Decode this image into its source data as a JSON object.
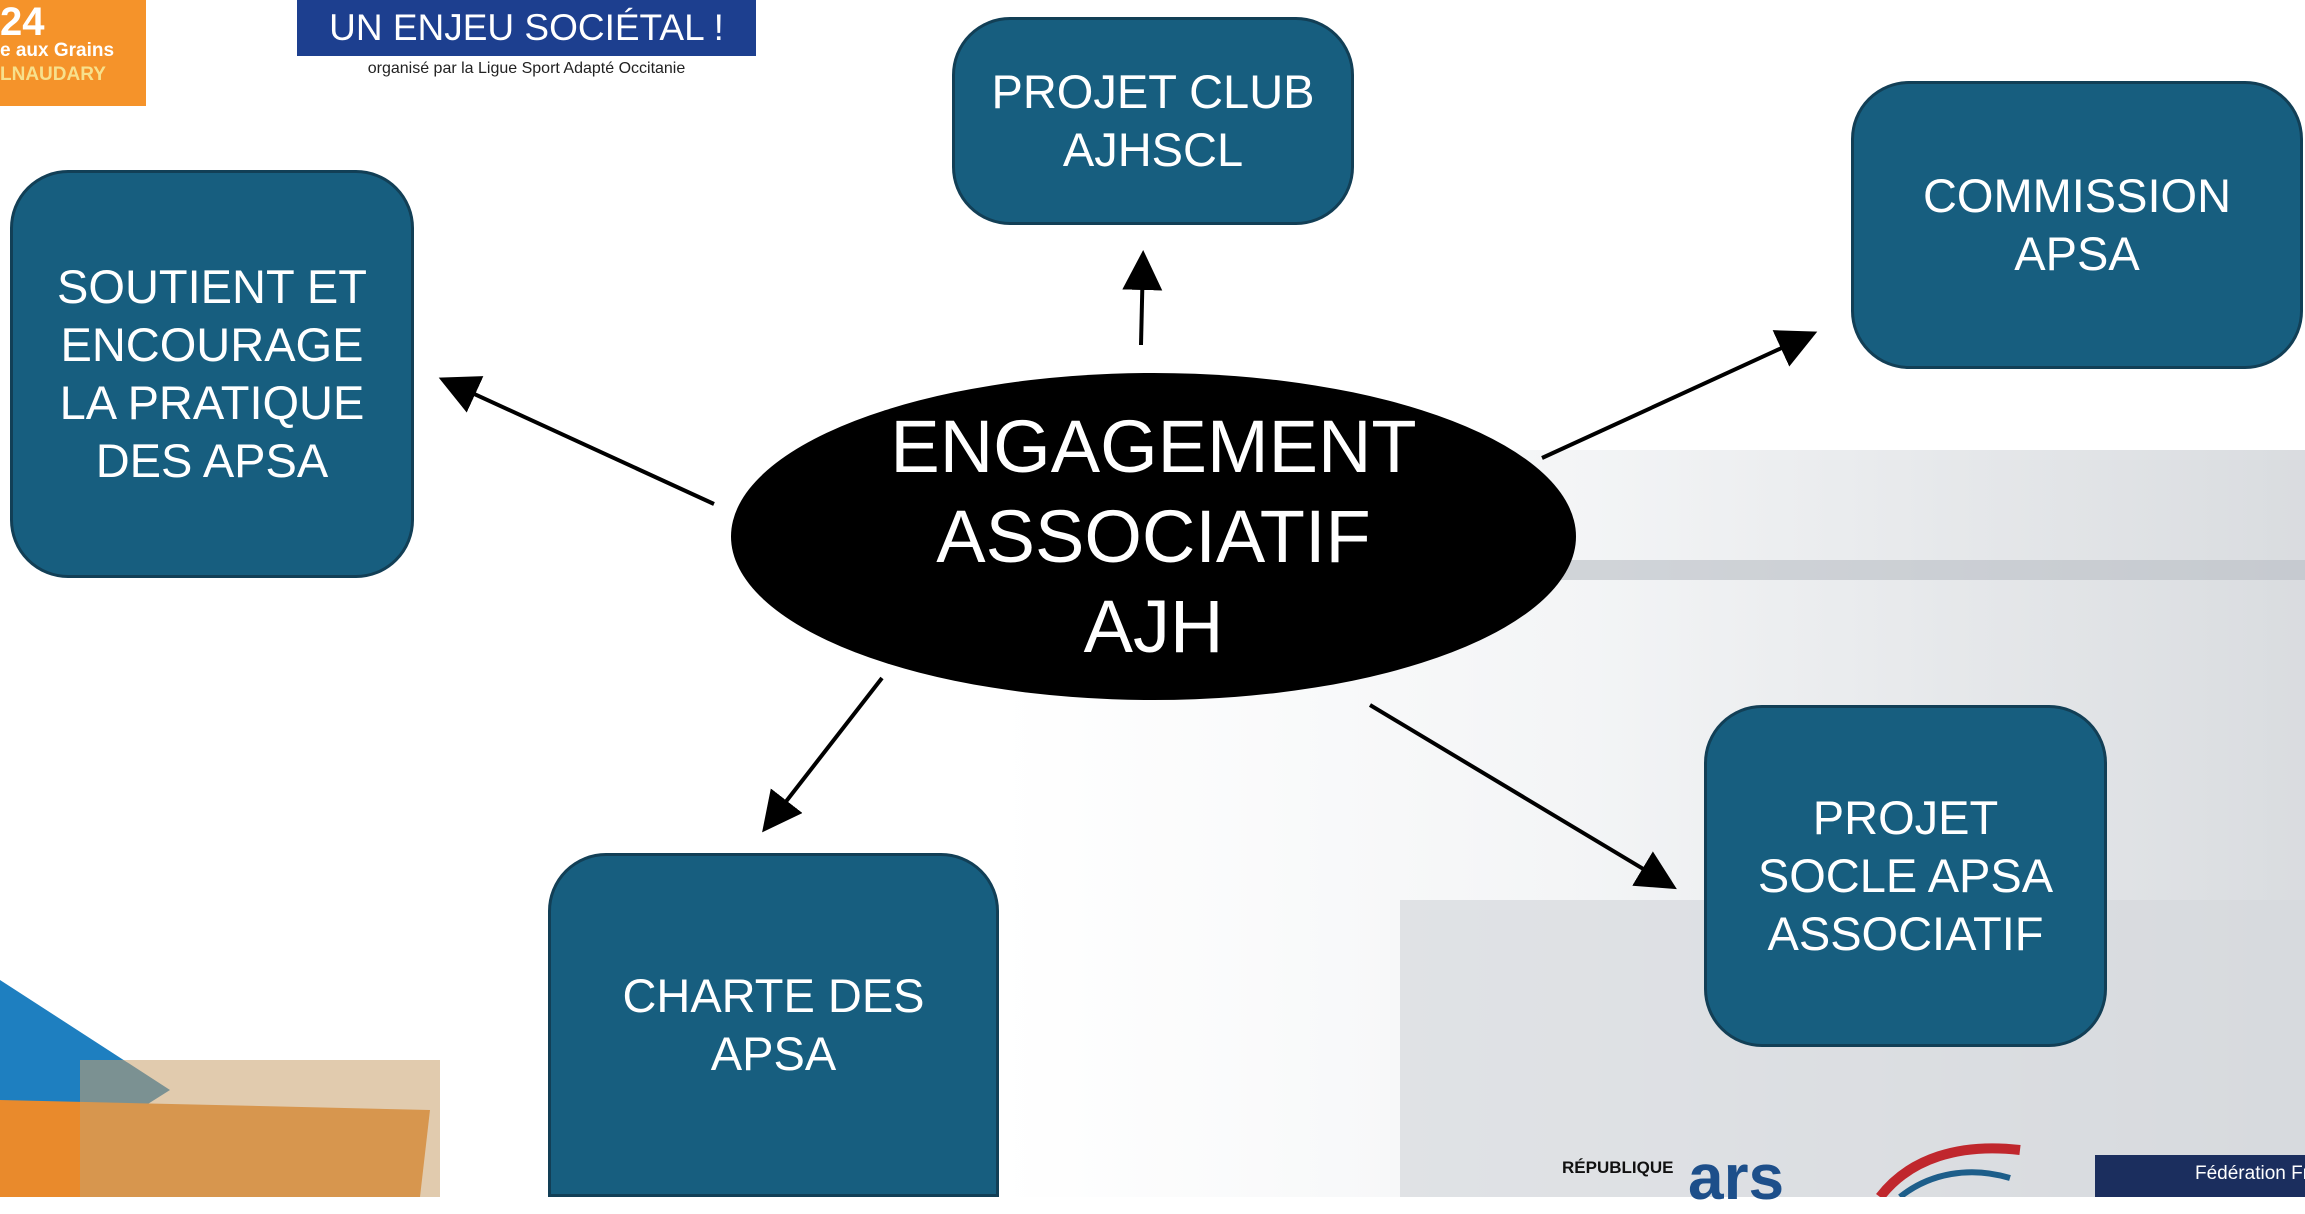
{
  "header": {
    "left_logo": {
      "number": "24",
      "line1": "e aux Grains",
      "line2": "LNAUDARY"
    },
    "banner": {
      "title": "UN ENJEU SOCIÉTAL !",
      "subtitle": "organisé par la Ligue Sport Adapté Occitanie"
    }
  },
  "diagram": {
    "center": "ENGAGEMENT\nASSOCIATIF\nAJH",
    "nodes": {
      "top": "PROJET CLUB\nAJHSCL",
      "left": "SOUTIENT ET\nENCOURAGE\nLA PRATIQUE\nDES APSA",
      "right": "COMMISSION\nAPSA",
      "bottom_left": "CHARTE DES\nAPSA",
      "bottom_right": "PROJET\nSOCLE APSA\nASSOCIATIF"
    }
  },
  "footer": {
    "republique": "RÉPUBLIQUE",
    "ars": "ars",
    "federation": "Fédération Fr"
  },
  "colors": {
    "box_fill": "#175e7f",
    "box_border": "#123f56",
    "center_fill": "#000000",
    "banner": "#1d3f8f",
    "logo_orange": "#f5932a"
  }
}
